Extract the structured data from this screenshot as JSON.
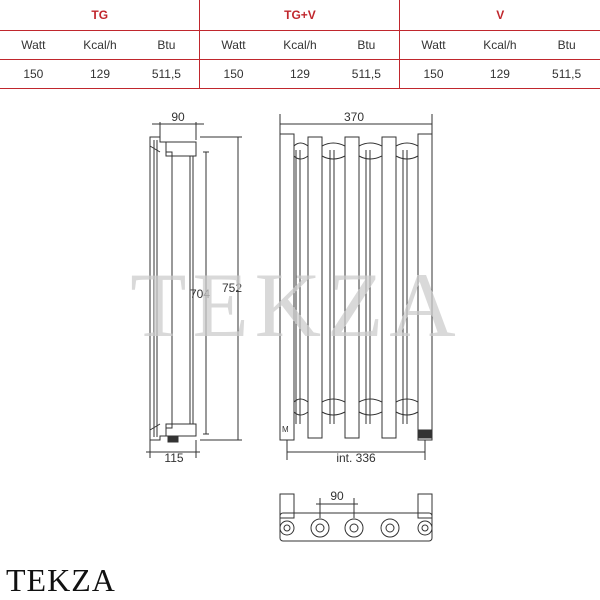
{
  "table": {
    "groups": [
      "TG",
      "TG+V",
      "V"
    ],
    "units": [
      "Watt",
      "Kcal/h",
      "Btu",
      "Watt",
      "Kcal/h",
      "Btu",
      "Watt",
      "Kcal/h",
      "Btu"
    ],
    "values": [
      "150",
      "129",
      "511,5",
      "150",
      "129",
      "511,5",
      "150",
      "129",
      "511,5"
    ]
  },
  "dimensions": {
    "side_depth_top": "90",
    "side_height_inner": "704",
    "side_height_total": "752",
    "side_depth_bottom": "115",
    "front_width": "370",
    "front_interaxis": "int. 336",
    "top_view_spacing": "90",
    "valve_label": "M"
  },
  "watermark": "TEKZA",
  "brand": "TEKZA",
  "colors": {
    "accent": "#c0272d",
    "line": "#333333",
    "watermark": "#cccccc"
  }
}
